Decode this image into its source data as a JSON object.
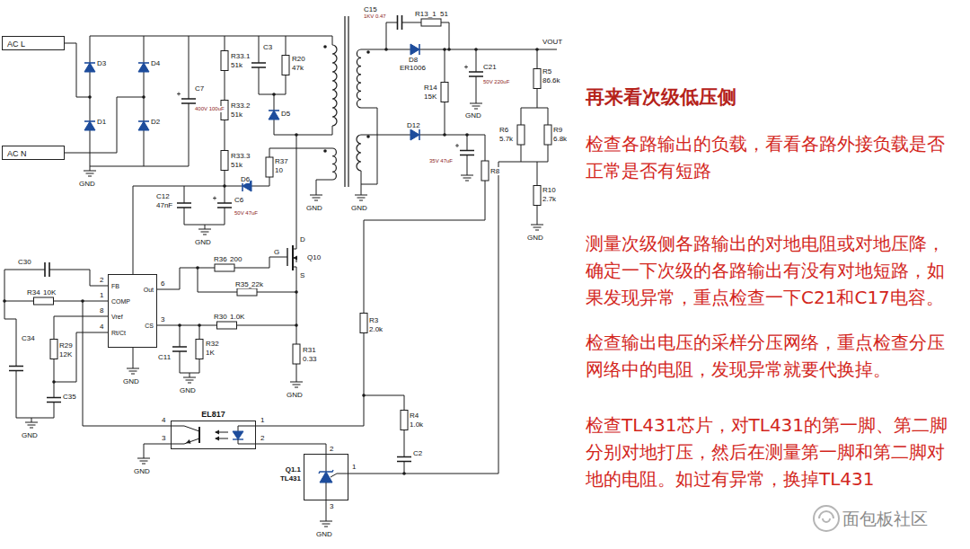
{
  "diagram": {
    "title": "再来看次级低压侧",
    "nodes": [
      {
        "text": [
          "AC L"
        ]
      },
      {
        "text": [
          "AC N"
        ]
      },
      {
        "text": [
          "FB",
          "COMP",
          "Vref",
          "Rt/Ct",
          "Out",
          "CS"
        ]
      },
      {
        "text": [
          "EL817"
        ]
      },
      {
        "text": [
          "Q1.1 TL431"
        ]
      }
    ],
    "edges": [
      {
        "from": 3,
        "to": 2,
        "arrow": "none"
      },
      {
        "from": 4,
        "to": 3,
        "arrow": "none"
      }
    ],
    "labels": [
      "D3",
      "D4",
      "D1",
      "D2",
      "GND",
      "C7",
      "400V 100uF",
      "R33.1",
      "51k",
      "R33.2",
      "51k",
      "R33.3",
      "51k",
      "C3",
      "R20",
      "47k",
      "D5",
      "R37",
      "10",
      "D6",
      "C12",
      "47nF",
      "C6",
      "50V 47uF",
      "GND",
      "GND",
      "C30",
      "R34",
      "10K",
      "2",
      "1",
      "8",
      "4",
      "6",
      "3",
      "C34",
      "R29",
      "12K",
      "C35",
      "GND",
      "GND",
      "R36",
      "200",
      "D",
      "G",
      "S",
      "Q10",
      "R35",
      "22k",
      "R30",
      "1.0K",
      "C11",
      "R32",
      "1K",
      "R31",
      "0.33",
      "GND",
      "GND",
      "C15",
      "1KV 0.47",
      "R13_1",
      "51",
      "D8",
      "ER1006",
      "R14",
      "15K",
      "C21",
      "50V 220uF",
      "GND",
      "VOUT",
      "D12",
      "35V 47uF",
      "R8",
      "GND",
      "R5",
      "86.6k",
      "R6",
      "5.7k",
      "R9",
      "6.8k",
      "R10",
      "2.7k",
      "GND",
      "R3",
      "2.0k",
      "4",
      "3",
      "1",
      "2",
      "R4",
      "1.0k",
      "C2",
      "2",
      "1",
      "3",
      "GND",
      "GND",
      "检查各路输出的负载，看看各路外接负载是否正常是否有短路",
      "测量次级侧各路输出的对地电阻或对地压降，确定一下次级的各路输出有没有对地短路，如果发现异常，重点检查一下C21和C17电容。",
      "检查输出电压的采样分压网络，重点检查分压网络中的电阻，发现异常就要代换掉。",
      "检查TL431芯片，对TL431的第一脚、第二脚分别对地打压，然后在测量第一脚和第二脚对地的电阻。如过有异常，换掉TL431",
      "面包板社区"
    ]
  }
}
